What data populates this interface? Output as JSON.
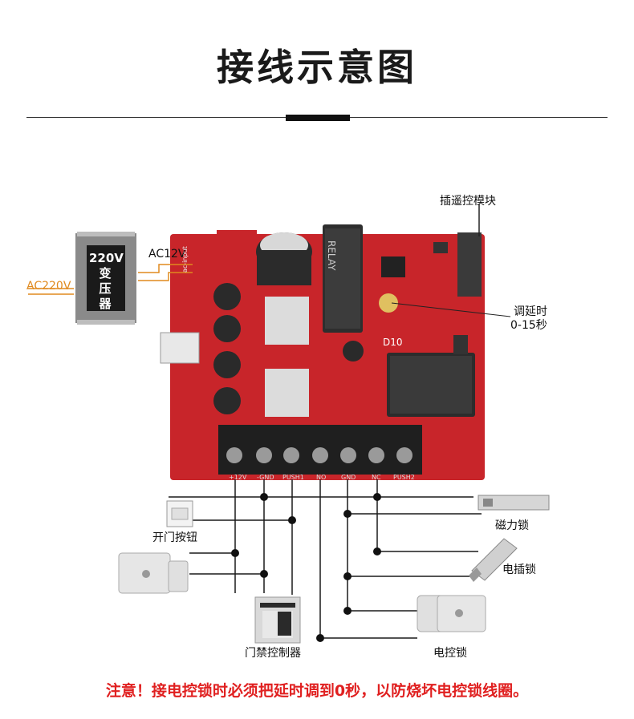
{
  "title": "接线示意图",
  "labels": {
    "remote_module": "插遥控模块",
    "delay_line1": "调延时",
    "delay_line2": "0-15秒",
    "ac12v": "AC12V",
    "ac220v": "AC220V",
    "transformer_line1": "220V",
    "transformer_line2": "变",
    "transformer_line3": "压",
    "transformer_line4": "器",
    "exit_button": "开门按钮",
    "magnetic_lock": "磁力锁",
    "electric_bolt": "电插锁",
    "access_controller": "门禁控制器",
    "electric_lock": "电控锁",
    "board_label_ac": "ac-input",
    "board_d10": "D10",
    "board_relay": "RELAY"
  },
  "terminals": [
    "+12V",
    "-GND",
    "PUSH1",
    "NO",
    "GND",
    "NC",
    "PUSH2"
  ],
  "notice": "注意！接电控锁时必须把延时调到0秒，以防烧坏电控锁线圈。",
  "colors": {
    "board": "#c8252a",
    "orange_wire": "#e08a1e",
    "notice": "#e02020",
    "transformer": "#7d7d7d"
  }
}
